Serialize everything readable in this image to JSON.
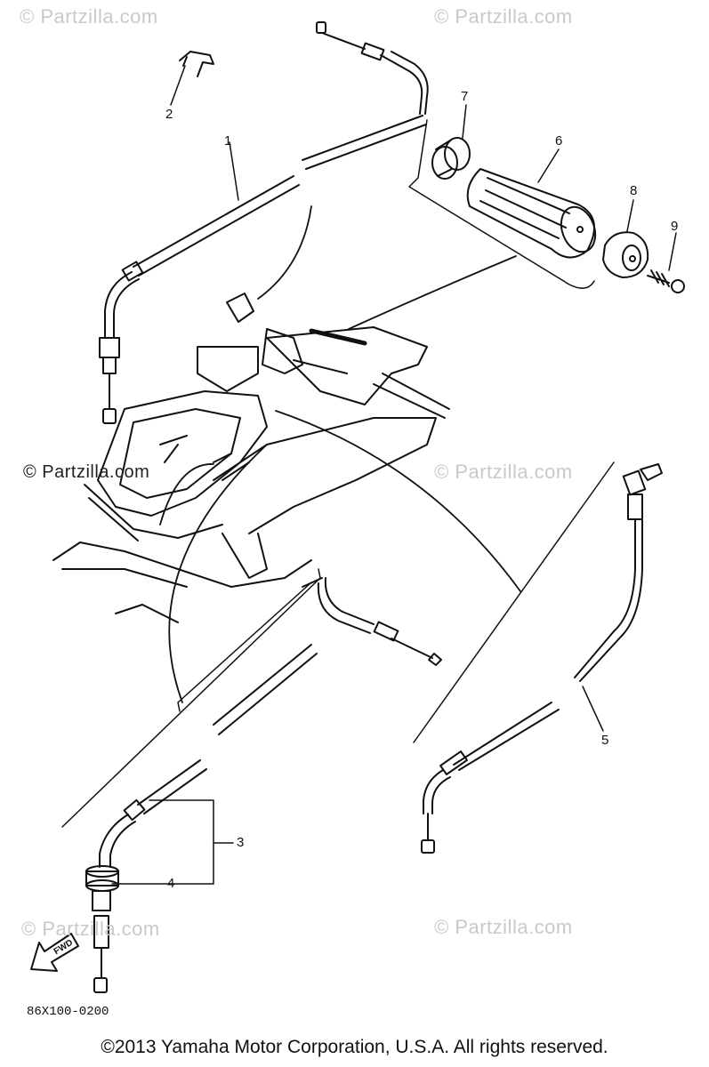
{
  "watermarks": {
    "top_left": "© Partzilla.com",
    "top_right": "© Partzilla.com",
    "mid_left": "© Partzilla.com",
    "mid_right": "© Partzilla.com",
    "bottom_left": "© Partzilla.com",
    "bottom_right": "© Partzilla.com"
  },
  "callouts": {
    "p1": "1",
    "p2": "2",
    "p3": "3",
    "p4": "4",
    "p5": "5",
    "p6": "6",
    "p7": "7",
    "p8": "8",
    "p9": "9"
  },
  "direction_label": "FWD",
  "reference_code": "86X100-0200",
  "copyright": "©2013 Yamaha Motor Corporation, U.S.A. All rights reserved."
}
